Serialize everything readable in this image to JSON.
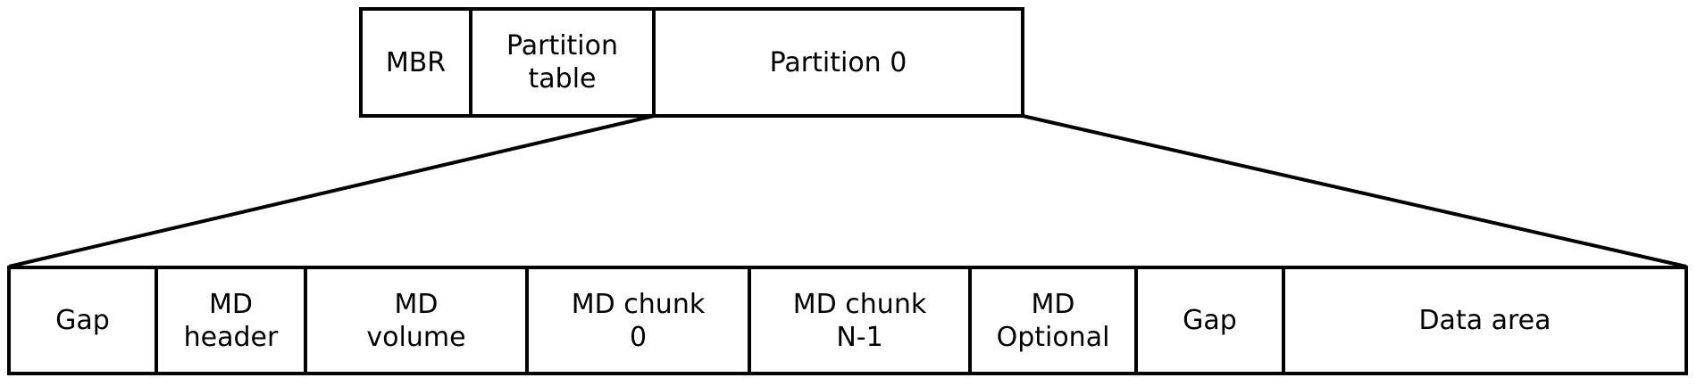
{
  "colors": {
    "line": "#000000",
    "background": "#ffffff",
    "text": "#000000"
  },
  "disk_row": {
    "mbr": "MBR",
    "partition_table": "Partition\ntable",
    "partition_0": "Partition 0"
  },
  "partition_row": {
    "gap_left": "Gap",
    "md_header": "MD\nheader",
    "md_volume": "MD\nvolume",
    "md_chunk_0": "MD chunk\n0",
    "md_chunk_n_1": "MD chunk\nN-1",
    "md_optional": "MD\nOptional",
    "gap_right": "Gap",
    "data_area": "Data area"
  }
}
